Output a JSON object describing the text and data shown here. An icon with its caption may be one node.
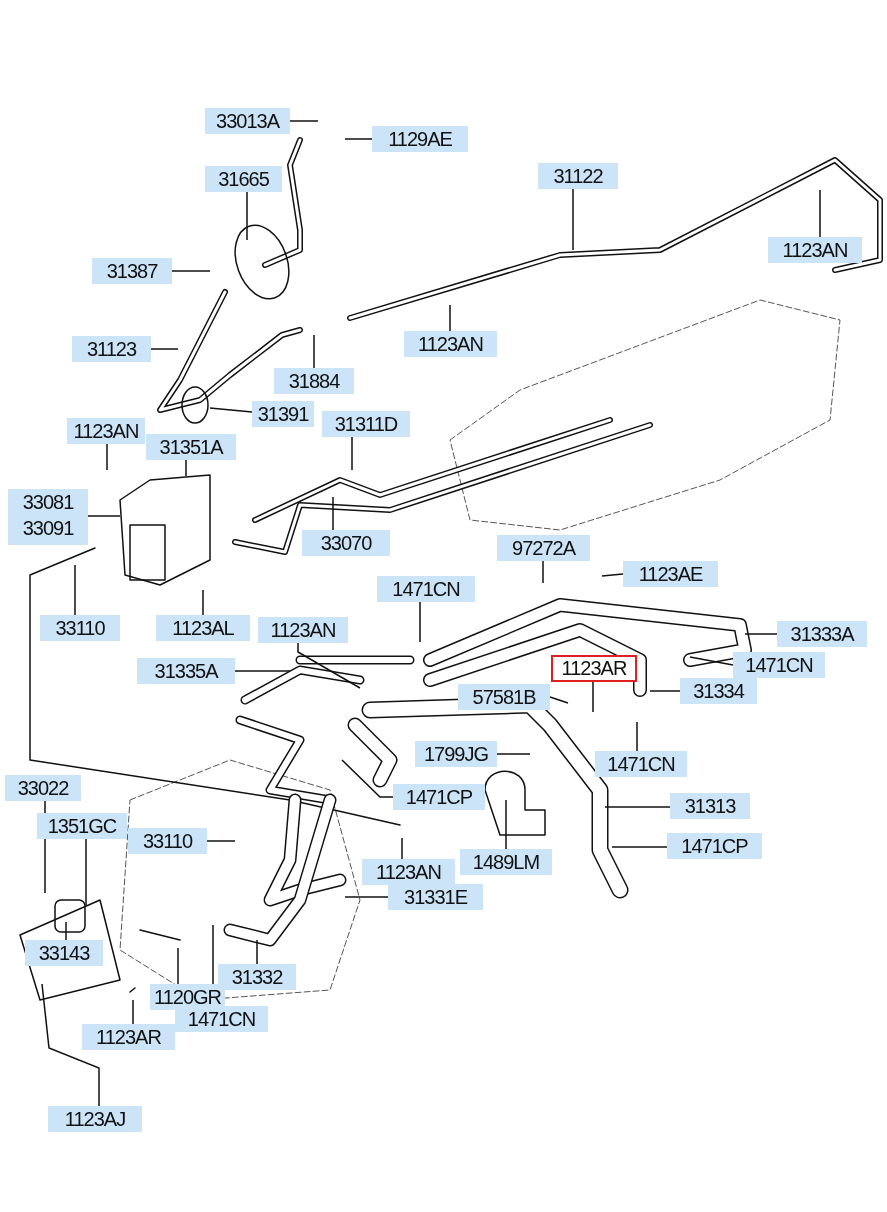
{
  "diagram": {
    "nodes": [
      {
        "text": [
          "33013A"
        ]
      },
      {
        "text": [
          "1129AE"
        ]
      },
      {
        "text": [
          "31665"
        ]
      },
      {
        "text": [
          "31122"
        ]
      },
      {
        "text": [
          "1123AN"
        ]
      },
      {
        "text": [
          "31387"
        ]
      },
      {
        "text": [
          "1123AN"
        ]
      },
      {
        "text": [
          "31123"
        ]
      },
      {
        "text": [
          "31884"
        ]
      },
      {
        "text": [
          "31391"
        ]
      },
      {
        "text": [
          "1123AN"
        ]
      },
      {
        "text": [
          "31351A"
        ]
      },
      {
        "text": [
          "31311D"
        ]
      },
      {
        "text": [
          "33081",
          "33091"
        ]
      },
      {
        "text": [
          "33070"
        ]
      },
      {
        "text": [
          "97272A"
        ]
      },
      {
        "text": [
          "1123AE"
        ]
      },
      {
        "text": [
          "33110"
        ]
      },
      {
        "text": [
          "1123AL"
        ]
      },
      {
        "text": [
          "1471CN"
        ]
      },
      {
        "text": [
          "1123AN"
        ]
      },
      {
        "text": [
          "31333A"
        ]
      },
      {
        "text": [
          "31335A"
        ]
      },
      {
        "text": [
          "1123AR"
        ]
      },
      {
        "text": [
          "1471CN"
        ]
      },
      {
        "text": [
          "57581B"
        ]
      },
      {
        "text": [
          "31334"
        ]
      },
      {
        "text": [
          "1799JG"
        ]
      },
      {
        "text": [
          "1471CN"
        ]
      },
      {
        "text": [
          "33022"
        ]
      },
      {
        "text": [
          "1471CP"
        ]
      },
      {
        "text": [
          "31313"
        ]
      },
      {
        "text": [
          "1351GC"
        ]
      },
      {
        "text": [
          "33110"
        ]
      },
      {
        "text": [
          "1123AN"
        ]
      },
      {
        "text": [
          "1489LM"
        ]
      },
      {
        "text": [
          "1471CP"
        ]
      },
      {
        "text": [
          "31331E"
        ]
      },
      {
        "text": [
          "33143"
        ]
      },
      {
        "text": [
          "31332"
        ]
      },
      {
        "text": [
          "1120GR"
        ]
      },
      {
        "text": [
          "1471CN"
        ]
      },
      {
        "text": [
          "1123AR"
        ]
      },
      {
        "text": [
          "1123AJ"
        ]
      }
    ],
    "edges": [
      {
        "from": 0,
        "to": null,
        "arrow": "none"
      },
      {
        "from": 1,
        "to": null,
        "arrow": "none"
      },
      {
        "from": 2,
        "to": null,
        "arrow": "none"
      },
      {
        "from": 3,
        "to": null,
        "arrow": "none"
      },
      {
        "from": 4,
        "to": null,
        "arrow": "none"
      },
      {
        "from": 5,
        "to": null,
        "arrow": "none"
      },
      {
        "from": 6,
        "to": null,
        "arrow": "none"
      },
      {
        "from": 7,
        "to": null,
        "arrow": "none"
      },
      {
        "from": 8,
        "to": null,
        "arrow": "none"
      },
      {
        "from": 9,
        "to": null,
        "arrow": "none"
      },
      {
        "from": 10,
        "to": null,
        "arrow": "none"
      },
      {
        "from": 11,
        "to": null,
        "arrow": "none"
      },
      {
        "from": 12,
        "to": null,
        "arrow": "none"
      },
      {
        "from": 13,
        "to": null,
        "arrow": "none"
      },
      {
        "from": 14,
        "to": null,
        "arrow": "none"
      },
      {
        "from": 15,
        "to": null,
        "arrow": "none"
      },
      {
        "from": 16,
        "to": null,
        "arrow": "none"
      },
      {
        "from": 17,
        "to": null,
        "arrow": "none"
      },
      {
        "from": 18,
        "to": null,
        "arrow": "none"
      },
      {
        "from": 19,
        "to": null,
        "arrow": "none"
      },
      {
        "from": 20,
        "to": null,
        "arrow": "none"
      },
      {
        "from": 21,
        "to": null,
        "arrow": "none"
      },
      {
        "from": 22,
        "to": null,
        "arrow": "none"
      },
      {
        "from": 23,
        "to": null,
        "arrow": "none"
      },
      {
        "from": 24,
        "to": null,
        "arrow": "none"
      },
      {
        "from": 25,
        "to": null,
        "arrow": "none"
      },
      {
        "from": 26,
        "to": null,
        "arrow": "none"
      },
      {
        "from": 27,
        "to": null,
        "arrow": "none"
      },
      {
        "from": 28,
        "to": null,
        "arrow": "none"
      },
      {
        "from": 29,
        "to": null,
        "arrow": "none"
      },
      {
        "from": 30,
        "to": null,
        "arrow": "none"
      },
      {
        "from": 31,
        "to": null,
        "arrow": "none"
      },
      {
        "from": 32,
        "to": null,
        "arrow": "none"
      },
      {
        "from": 33,
        "to": null,
        "arrow": "none"
      },
      {
        "from": 34,
        "to": null,
        "arrow": "none"
      },
      {
        "from": 35,
        "to": null,
        "arrow": "none"
      },
      {
        "from": 36,
        "to": null,
        "arrow": "none"
      },
      {
        "from": 37,
        "to": null,
        "arrow": "none"
      },
      {
        "from": 38,
        "to": null,
        "arrow": "none"
      },
      {
        "from": 39,
        "to": null,
        "arrow": "none"
      },
      {
        "from": 40,
        "to": null,
        "arrow": "none"
      },
      {
        "from": 41,
        "to": null,
        "arrow": "none"
      },
      {
        "from": 42,
        "to": null,
        "arrow": "none"
      },
      {
        "from": 43,
        "to": null,
        "arrow": "none"
      }
    ]
  }
}
